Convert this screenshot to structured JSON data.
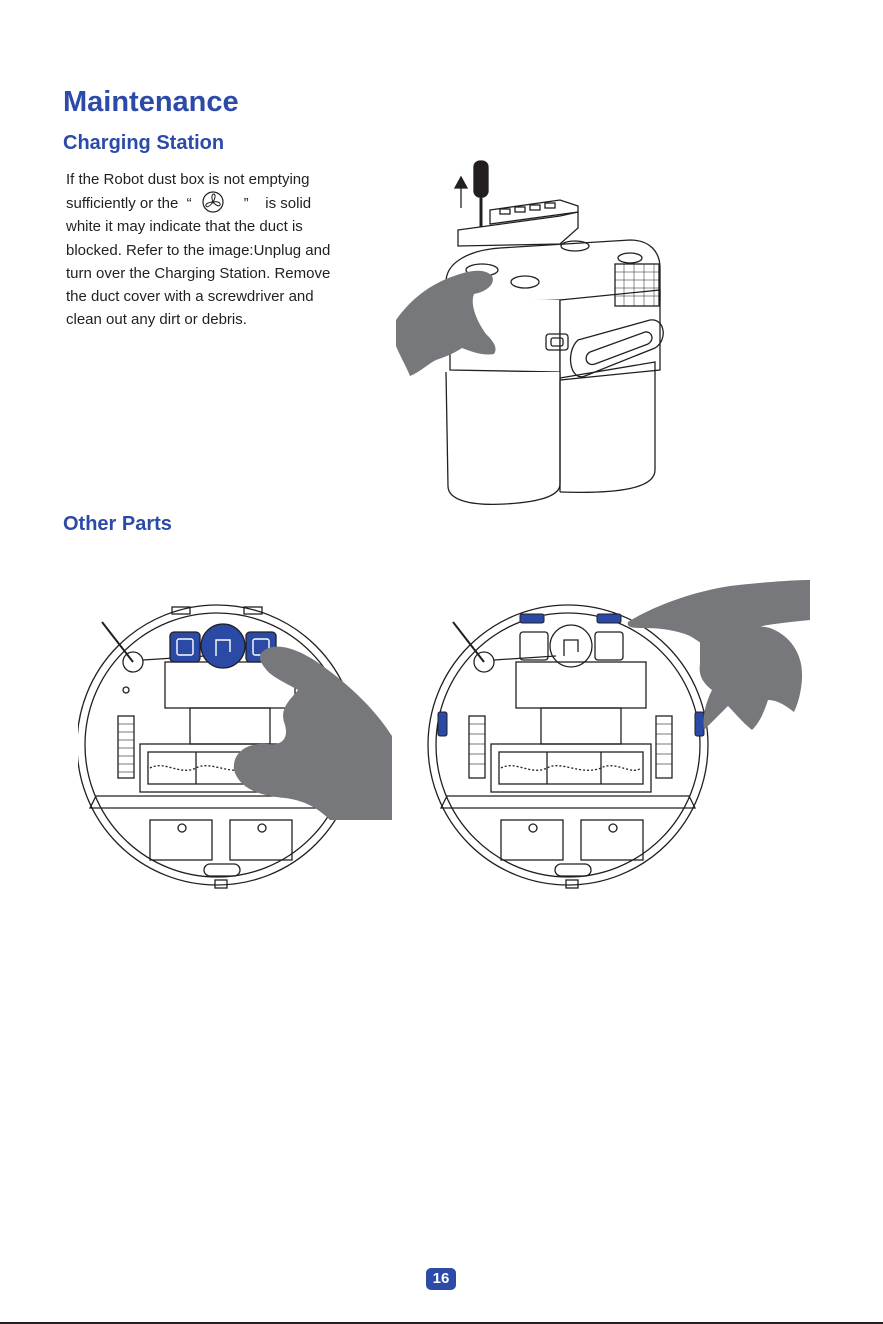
{
  "page": {
    "title": "Maintenance",
    "sections": {
      "charging_station": {
        "heading": "Charging Station",
        "lines": [
          "If the Robot  dust box is not emptying",
          "sufficiently or the",
          "is solid",
          "white it may indicate that the duct is",
          "blocked. Refer to the image:Unplug and",
          "turn over the Charging Station. Remove",
          "the duct cover with a screwdriver and",
          "clean out any dirt or debris."
        ],
        "open_quote": "“",
        "close_quote": "”",
        "icon": "fan-icon"
      },
      "other_parts": {
        "heading": "Other Parts"
      }
    },
    "page_number": "16",
    "colors": {
      "accent": "#2c4ba8",
      "highlight": "#2b4aa6",
      "hand": "#77787b",
      "line": "#231f20"
    }
  }
}
